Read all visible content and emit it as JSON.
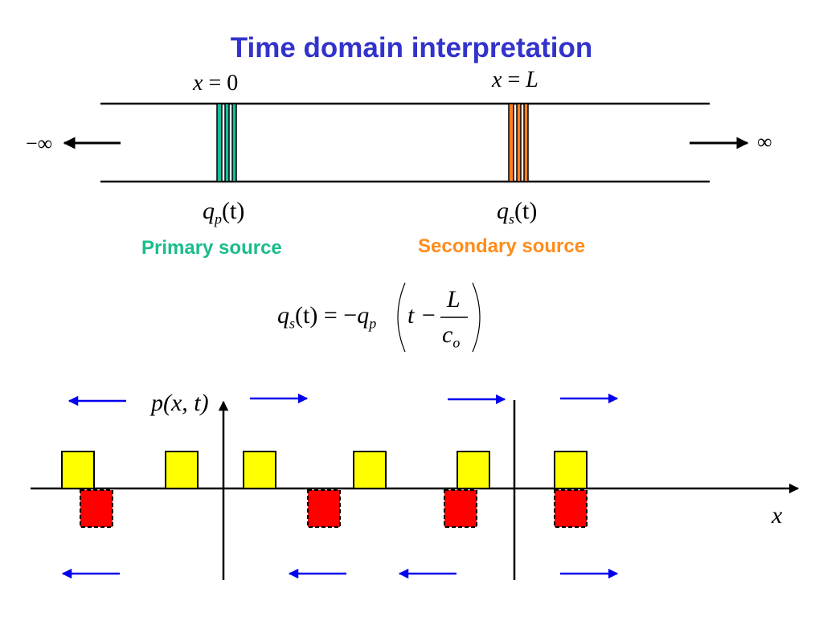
{
  "title": "Time domain interpretation",
  "duct": {
    "left_infinity": "−∞",
    "right_infinity": "∞",
    "primary_position": {
      "var": "x",
      "eq": " = ",
      "val": "0"
    },
    "secondary_position": {
      "var": "x",
      "eq": " = ",
      "val": "L"
    },
    "primary_signal": {
      "q": "q",
      "sub": "p",
      "arg": "(t)"
    },
    "secondary_signal": {
      "q": "q",
      "sub": "s",
      "arg": "(t)"
    },
    "primary_label": "Primary source",
    "secondary_label": "Secondary source"
  },
  "equation": {
    "lhs_q": "q",
    "lhs_sub": "s",
    "lhs_arg": "(t)",
    "eq": "= −",
    "rhs_q": "q",
    "rhs_sub": "p",
    "t_minus": "t −",
    "num": "L",
    "den_c": "c",
    "den_sub": "o"
  },
  "plot": {
    "y_label": "p(x, t)",
    "x_label": "x"
  },
  "colors": {
    "title": "#3333cc",
    "primary": "#1abc9c",
    "secondary": "#ff7f1f",
    "primary_label": "#1abc8c",
    "secondary_label": "#ff8c1a",
    "arrow_blue": "#0000ee",
    "pulse_positive": "#ffff00",
    "pulse_negative": "#ff0000"
  }
}
